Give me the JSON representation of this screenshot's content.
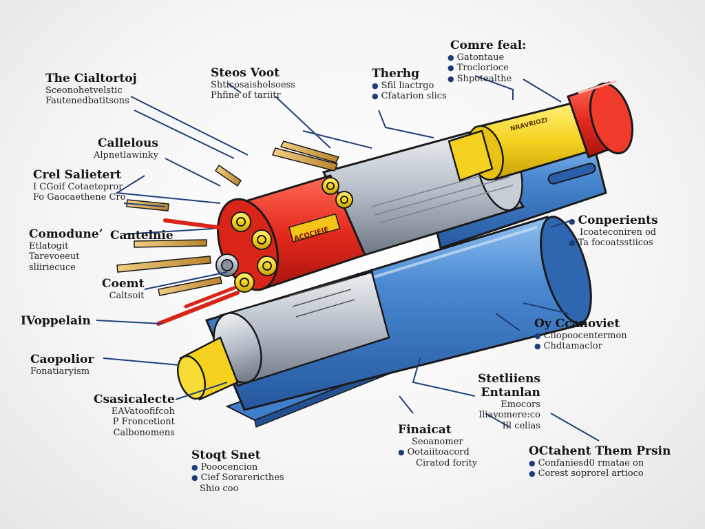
{
  "colors": {
    "outline": "#1a1a1a",
    "leader": "#1f3f7a",
    "red": "#e52a1f",
    "yellow": "#f5d21f",
    "blue": "#3f7fca",
    "silver": "#b9c1cb",
    "gold": "#d7a84a"
  },
  "labels": {
    "the_cable": {
      "title": "The Cialtortoj",
      "lines": [
        "Sceonohetvelstic",
        "Fautenedbatitsons"
      ]
    },
    "calleuss": {
      "title": "Callelous",
      "lines": [
        "Alpnetlawinky"
      ]
    },
    "cral_sal": {
      "title": "Crel Salietert",
      "lines": [
        "I CGoif Cotaetepror",
        "Fo Gaocaethene Cro"
      ]
    },
    "comodune": {
      "title": "Comodune’",
      "lines": [
        "Etlatogit",
        "Tarevoeeut",
        "sliiriecuce"
      ]
    },
    "cantelnie": {
      "title": "Cantelnie"
    },
    "coemt": {
      "title": "Coemt",
      "lines": [
        "Caltsoit"
      ]
    },
    "ivoppelain": {
      "title": "IVoppelain"
    },
    "caopolior": {
      "title": "Caopolior",
      "lines": [
        "Fonatiaryism"
      ]
    },
    "csasicalecte": {
      "title": "Csasicalecte",
      "lines": [
        "EAVatoofifcoh",
        "P Froncetiont",
        "Calbonomens"
      ]
    },
    "stogt_snet": {
      "title": "Stoqt Snet",
      "lines": [
        "Pooocencion",
        "Cief Sorarericthes",
        "Shio coo"
      ]
    },
    "stesc_voot": {
      "title": "Steos Voot",
      "lines": [
        "Shticosaisholsoess",
        "Phfine of tariitr"
      ]
    },
    "therng": {
      "title": "Therhg",
      "lines": [
        "Sfil liactrgo",
        "Cfatarion slics"
      ]
    },
    "comre_feal": {
      "title": "Comre feal:",
      "lines": [
        "Gatontaue",
        "Troclorioce",
        "Shpotealthe"
      ]
    },
    "comperients": {
      "title": "Conperients",
      "lines": [
        "Icoateconiren od",
        "Ta focoatsstiicos"
      ]
    },
    "oy_canovet": {
      "title": "Oy Ccanoviet",
      "lines": [
        "Cliopoocentermon",
        "Chdtamaclor"
      ]
    },
    "stetliens": {
      "title": "Stetliiens",
      "lines": [
        "Entanlan",
        "Emocors",
        "Iliavomere:co",
        "Ill celias"
      ]
    },
    "finaicat": {
      "title": "Finaicat",
      "lines": [
        "Seoanomer",
        "Ootaiitoacord",
        "Ciratod fority"
      ]
    },
    "octahent": {
      "title": "OCtahent Them Prsin",
      "lines": [
        "Confaniesd0 rmatae on",
        "Corest soprorel artioco"
      ]
    }
  },
  "band_text": {
    "red": "ACOCIEIE",
    "yellow": "NRAVRIOZI"
  }
}
